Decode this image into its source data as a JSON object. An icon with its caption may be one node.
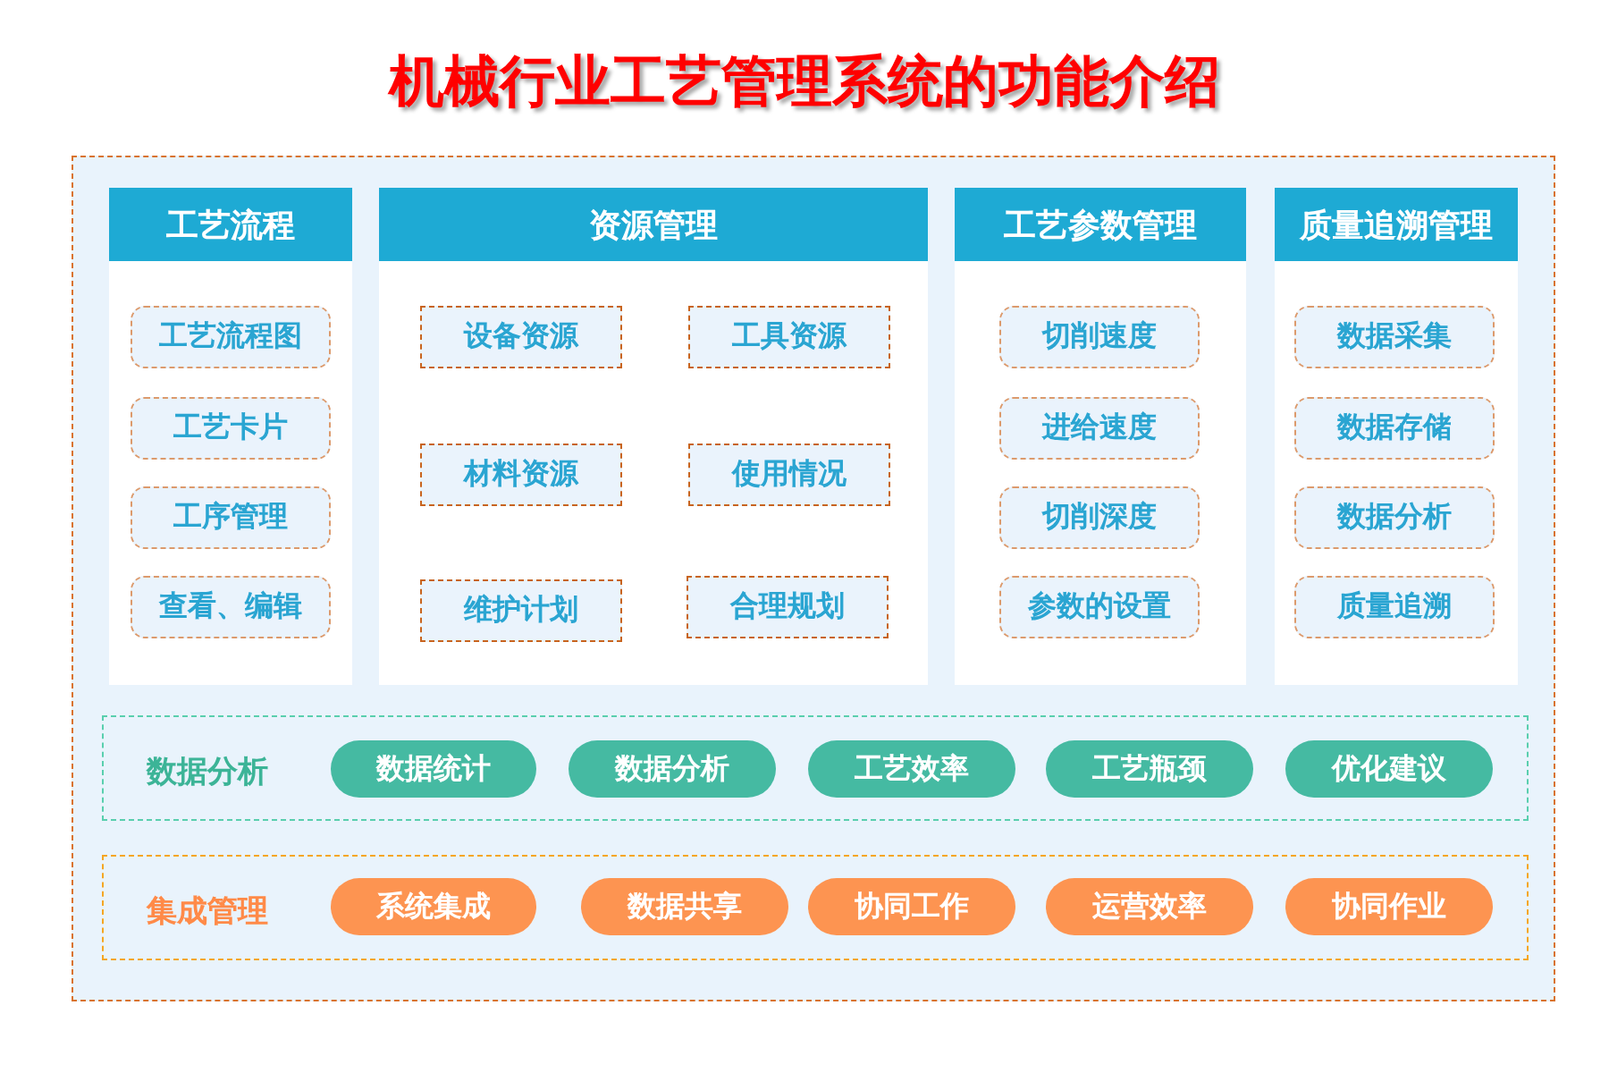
{
  "diagram": {
    "title": "机械行业工艺管理系统的功能介绍",
    "nodes": [
      {
        "text": [],
        "shape": "box"
      },
      {
        "text": [
          "工艺流程"
        ],
        "in": 0
      },
      {
        "text": [
          "工艺流程图"
        ],
        "in": 1
      },
      {
        "text": [
          "工艺卡片"
        ],
        "in": 1
      },
      {
        "text": [
          "工序管理"
        ],
        "in": 1
      },
      {
        "text": [
          "查看、编辑"
        ],
        "in": 1
      },
      {
        "text": [
          "资源管理"
        ],
        "in": 0
      },
      {
        "text": [
          "设备资源"
        ],
        "in": 6
      },
      {
        "text": [
          "工具资源"
        ],
        "in": 6
      },
      {
        "text": [
          "材料资源"
        ],
        "in": 6
      },
      {
        "text": [
          "使用情况"
        ],
        "in": 6
      },
      {
        "text": [
          "维护计划"
        ],
        "in": 6
      },
      {
        "text": [
          "合理规划"
        ],
        "in": 6
      },
      {
        "text": [
          "工艺参数管理"
        ],
        "in": 0
      },
      {
        "text": [
          "切削速度"
        ],
        "in": 13
      },
      {
        "text": [
          "进给速度"
        ],
        "in": 13
      },
      {
        "text": [
          "切削深度"
        ],
        "in": 13
      },
      {
        "text": [
          "参数的设置"
        ],
        "in": 13
      },
      {
        "text": [
          "质量追溯管理"
        ],
        "in": 0
      },
      {
        "text": [
          "数据采集"
        ],
        "in": 18
      },
      {
        "text": [
          "数据存储"
        ],
        "in": 18
      },
      {
        "text": [
          "数据分析"
        ],
        "in": 18
      },
      {
        "text": [
          "质量追溯"
        ],
        "in": 18
      },
      {
        "text": [
          "数据分析"
        ],
        "in": 0
      },
      {
        "text": [
          "数据统计"
        ],
        "in": 23
      },
      {
        "text": [
          "数据分析"
        ],
        "in": 23
      },
      {
        "text": [
          "工艺效率"
        ],
        "in": 23
      },
      {
        "text": [
          "工艺瓶颈"
        ],
        "in": 23
      },
      {
        "text": [
          "优化建议"
        ],
        "in": 23
      },
      {
        "text": [
          "集成管理"
        ],
        "in": 0
      },
      {
        "text": [
          "系统集成"
        ],
        "in": 29
      },
      {
        "text": [
          "数据共享"
        ],
        "in": 29
      },
      {
        "text": [
          "协同工作"
        ],
        "in": 29
      },
      {
        "text": [
          "运营效率"
        ],
        "in": 29
      },
      {
        "text": [
          "协同作业"
        ],
        "in": 29
      }
    ]
  }
}
